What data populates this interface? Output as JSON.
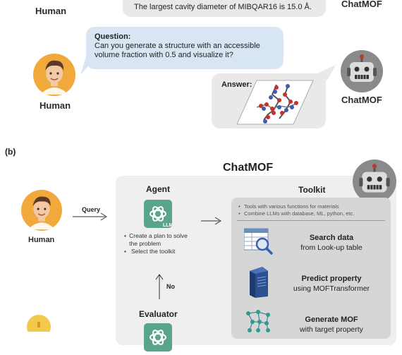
{
  "panel_a": {
    "top_answer": "The largest cavity diameter of MIBQAR16 is 15.0 Å.",
    "top_human_label": "Human",
    "top_chatmof_label": "ChatMOF",
    "question_title": "Question:",
    "question_text": "Can you generate a structure with an accessible volume fraction with 0.5 and visualize it?",
    "human_label": "Human",
    "answer_title": "Answer:",
    "chatmof_label": "ChatMOF"
  },
  "panel_b": {
    "label": "(b)",
    "title": "ChatMOF",
    "human_label": "Human",
    "query_label": "Query",
    "agent": {
      "title": "Agent",
      "bullets": [
        "Create a plan to solve the problem",
        "Select the toolkit"
      ]
    },
    "no_label": "No",
    "evaluator_title": "Evaluator",
    "toolkit": {
      "title": "Toolkit",
      "notes": [
        "Tools with various functions for materials",
        "Combine LLMs with database, ML, python, etc."
      ],
      "tools": [
        {
          "icon": "table-search-icon",
          "title": "Search data",
          "sub": "from Look-up table"
        },
        {
          "icon": "server-icon",
          "title": "Predict property",
          "sub": "using MOFTransformer"
        },
        {
          "icon": "network-icon",
          "title": "Generate MOF",
          "sub": "with target property"
        }
      ]
    }
  },
  "colors": {
    "bubble_gray": "#e9e9e9",
    "bubble_blue": "#d8e6f4",
    "panel": "#efefef",
    "toolkit_panel": "#d6d6d6",
    "openai_green": "#5aa58a"
  }
}
